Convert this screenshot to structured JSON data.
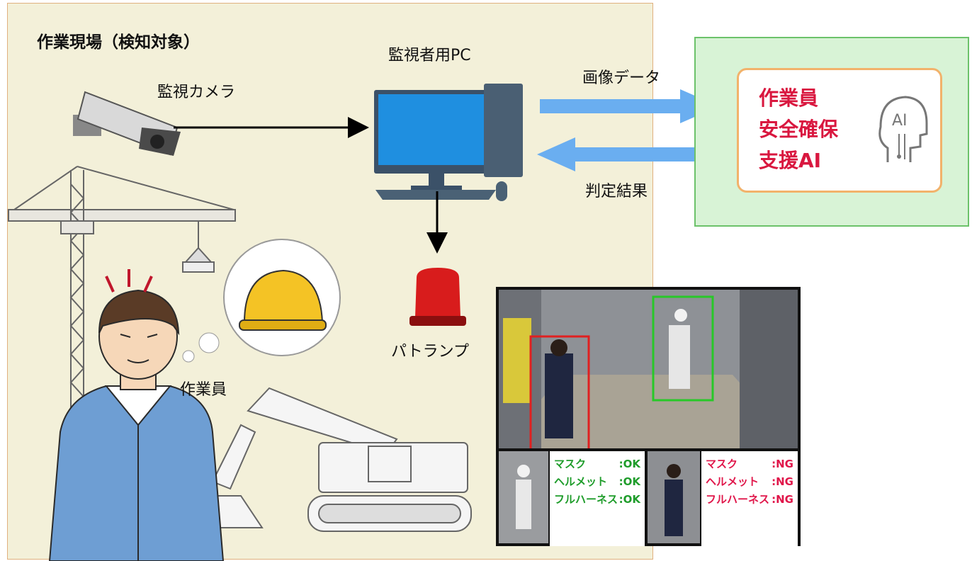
{
  "site": {
    "title": "作業現場（検知対象）",
    "camera_label": "監視カメラ",
    "pc_label": "監視者用PC",
    "lamp_label": "パトランプ",
    "worker_label": "作業員"
  },
  "arrows": {
    "image_data_label": "画像データ",
    "result_label": "判定結果",
    "color": "#6aaef0"
  },
  "ai": {
    "lines": [
      "作業員",
      "安全確保",
      "支援AI"
    ],
    "icon_text": "AI",
    "text_color": "#d9173f"
  },
  "detection": {
    "ok_panel": [
      {
        "label": "マスク",
        "value": ":OK"
      },
      {
        "label": "ヘルメット",
        "value": ":OK"
      },
      {
        "label": "フルハーネス",
        "value": ":OK"
      }
    ],
    "ng_panel": [
      {
        "label": "マスク",
        "value": ":NG"
      },
      {
        "label": "ヘルメット",
        "value": ":NG"
      },
      {
        "label": "フルハーネス",
        "value": ":NG"
      }
    ],
    "ok_color": "#1e9c2a",
    "ng_color": "#e0164a"
  }
}
